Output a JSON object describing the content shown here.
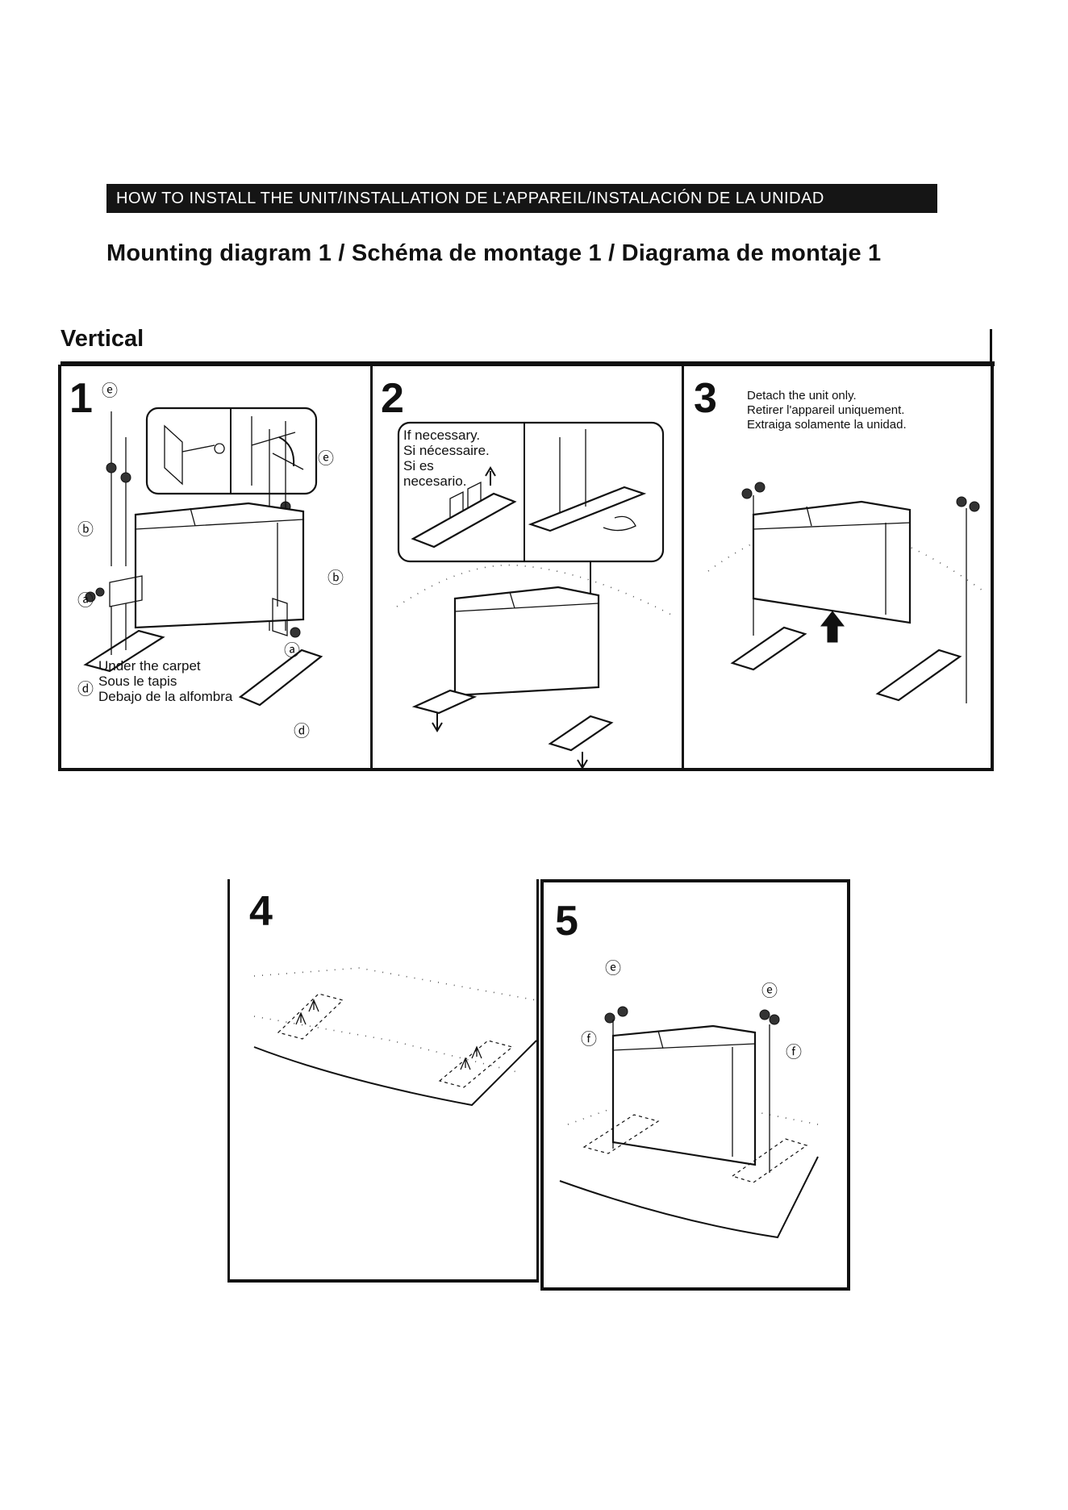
{
  "header": {
    "text": "HOW TO INSTALL THE UNIT/INSTALLATION DE L'APPAREIL/INSTALACIÓN DE LA UNIDAD"
  },
  "title": "Mounting diagram 1 / Schéma de montage 1 / Diagrama de montaje 1",
  "section": "Vertical",
  "steps": {
    "s1": {
      "number": "1",
      "part_labels": {
        "e": "ⓔ",
        "b": "ⓑ",
        "a": "ⓐ",
        "d": "ⓓ"
      },
      "caption": [
        "Under the carpet",
        "Sous le tapis",
        "Debajo de la alfombra"
      ]
    },
    "s2": {
      "number": "2",
      "caption": [
        "If necessary.",
        "Si nécessaire.",
        "Si es",
        "necesario."
      ]
    },
    "s3": {
      "number": "3",
      "caption": [
        "Detach the unit only.",
        "Retirer l'appareil uniquement.",
        "Extraiga solamente la unidad."
      ]
    },
    "s4": {
      "number": "4"
    },
    "s5": {
      "number": "5",
      "part_labels": {
        "e": "ⓔ",
        "f": "ⓕ"
      }
    }
  }
}
